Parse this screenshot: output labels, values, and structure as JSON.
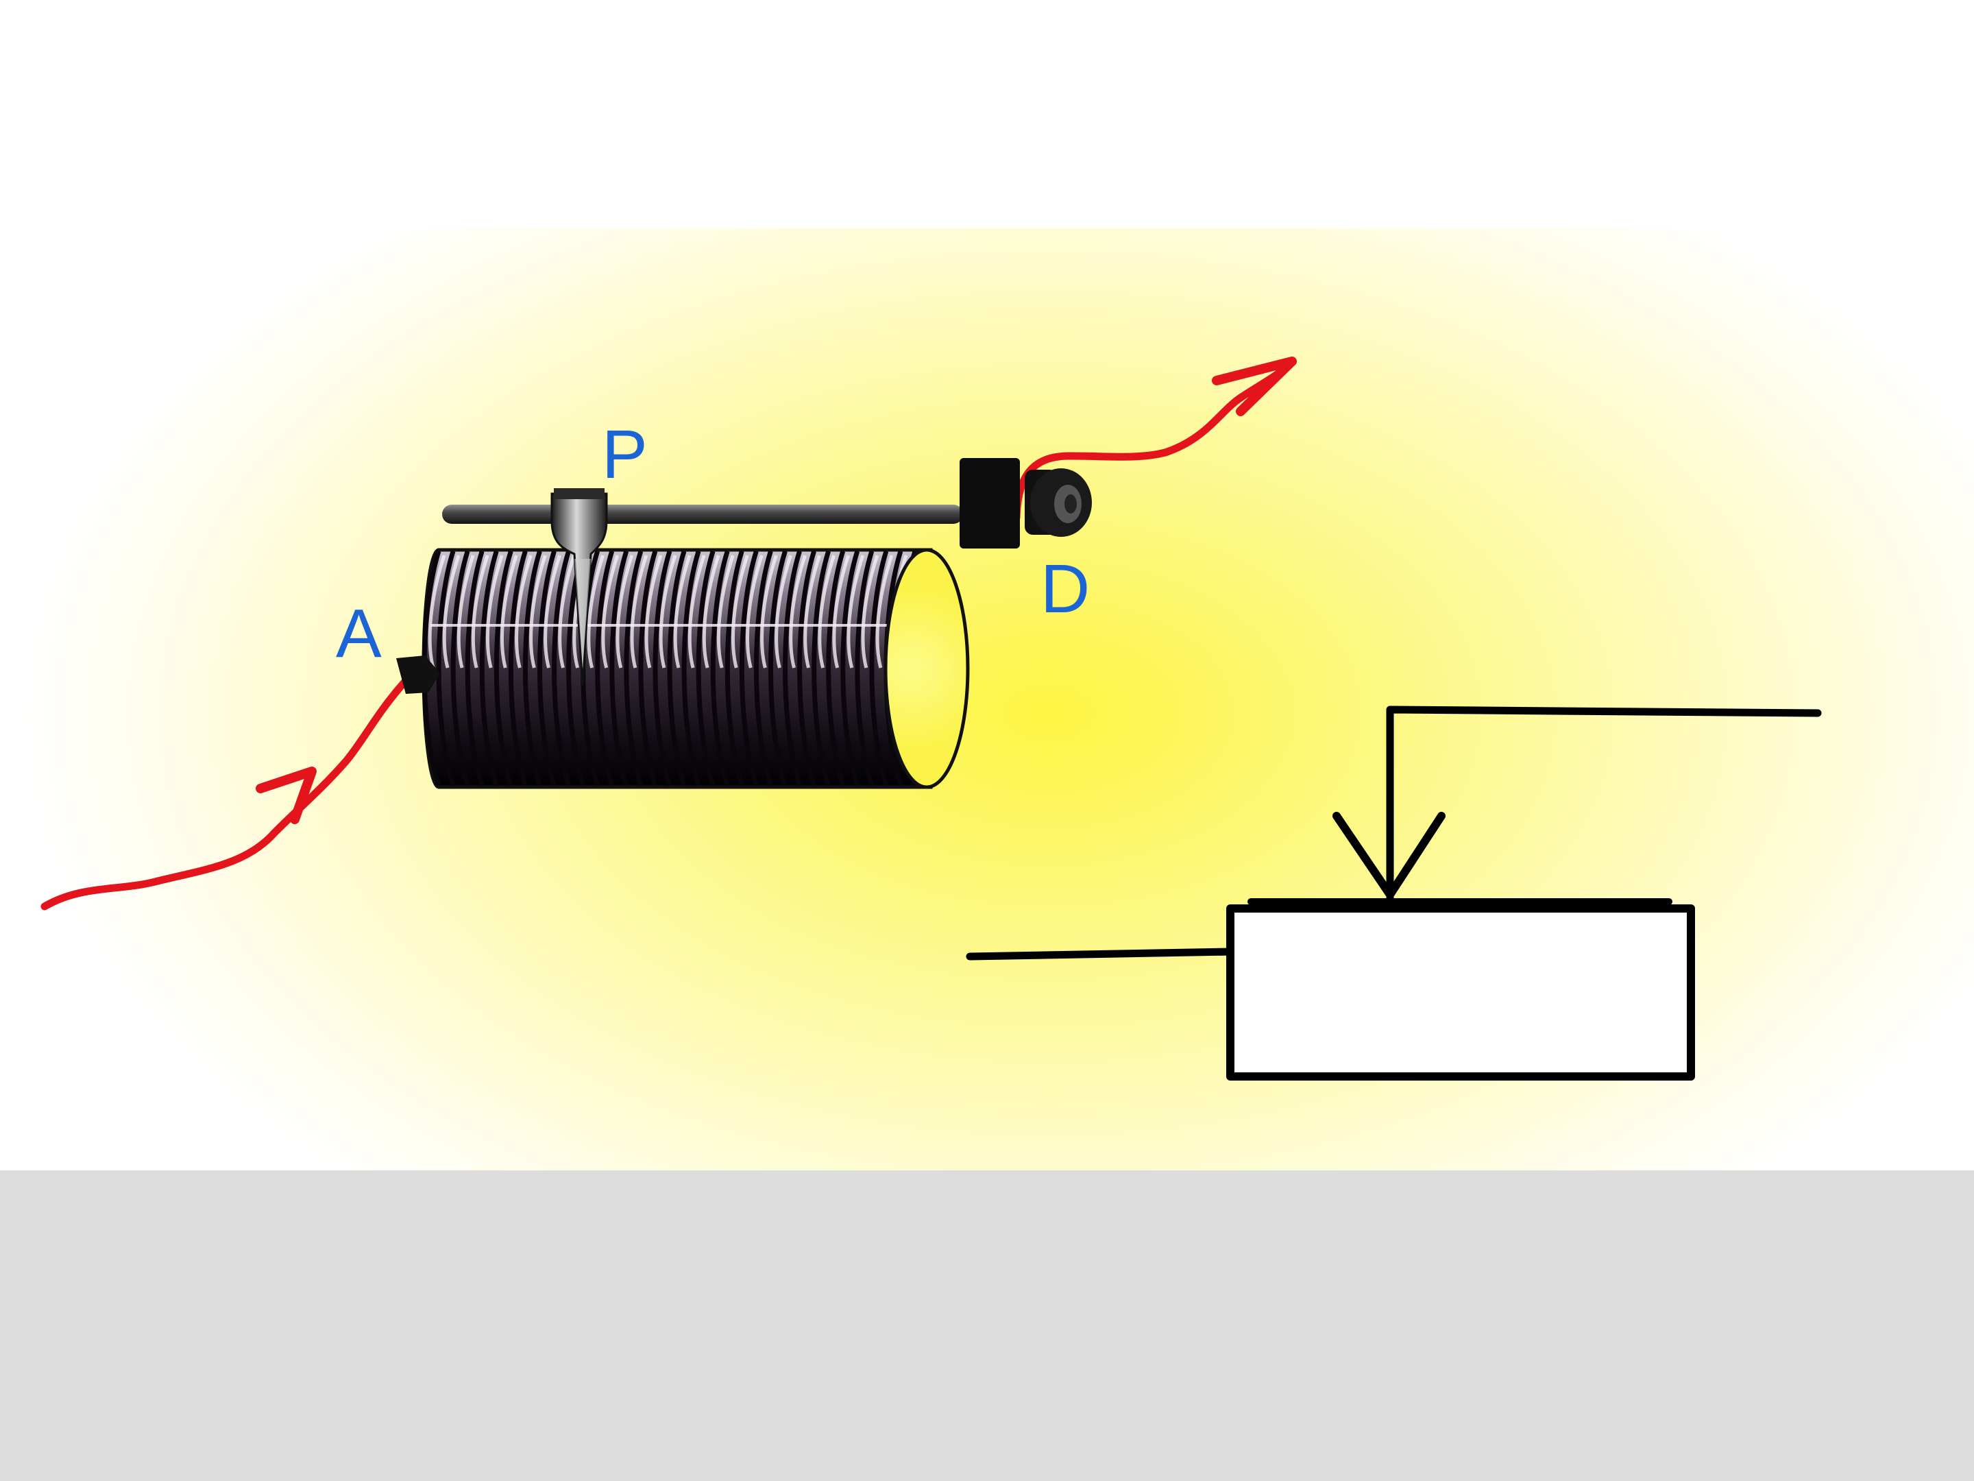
{
  "labels": {
    "slider": "P",
    "terminal_left": "A",
    "terminal_right": "D"
  },
  "coil": {
    "turns": 34
  },
  "colors": {
    "glow_center": "#fdf542",
    "glow_edge": "#ffffff",
    "label": "#1a64d6",
    "wire": "#e3141c",
    "coil_dark": "#161018",
    "bottom_panel": "#dcdcdc"
  }
}
